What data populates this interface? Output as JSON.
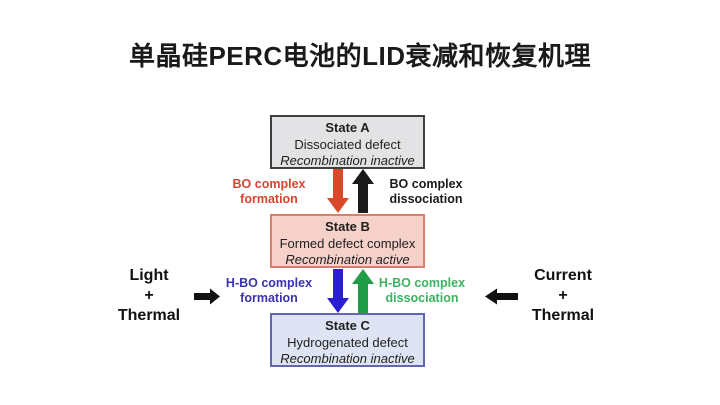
{
  "title": "单晶硅PERC电池的LID衰减和恢复机理",
  "diagram": {
    "states": [
      {
        "name": "State A",
        "description": "Dissociated defect",
        "activity": "Recombination inactive",
        "fill_color": "#e3e3e5",
        "border_color": "#3f3f3f"
      },
      {
        "name": "State B",
        "description": "Formed defect complex",
        "activity": "Recombination active",
        "fill_color": "#f5d1ca",
        "border_color": "#d8806e"
      },
      {
        "name": "State C",
        "description": "Hydrogenated defect",
        "activity": "Recombination inactive",
        "fill_color": "#dfe4f5",
        "border_color": "#6168b0"
      }
    ],
    "transitions": [
      {
        "label": "BO complex formation",
        "direction": "down",
        "arrow_color": "#d94a2b",
        "label_color": "#d9452e"
      },
      {
        "label": "BO complex dissociation",
        "direction": "up",
        "arrow_color": "#1a1a1a",
        "label_color": "#1a1a1a"
      },
      {
        "label": "H-BO complex formation",
        "direction": "down",
        "arrow_color": "#2b1fd2",
        "label_color": "#3a32ae"
      },
      {
        "label": "H-BO complex dissociation",
        "direction": "up",
        "arrow_color": "#219c47",
        "label_color": "#3db261"
      }
    ],
    "side_conditions": [
      {
        "side": "left",
        "lines": [
          "Light",
          "+",
          "Thermal"
        ],
        "arrow_direction": "right",
        "arrow_color": "#111111"
      },
      {
        "side": "right",
        "lines": [
          "Current",
          "+",
          "Thermal"
        ],
        "arrow_direction": "left",
        "arrow_color": "#111111"
      }
    ]
  }
}
